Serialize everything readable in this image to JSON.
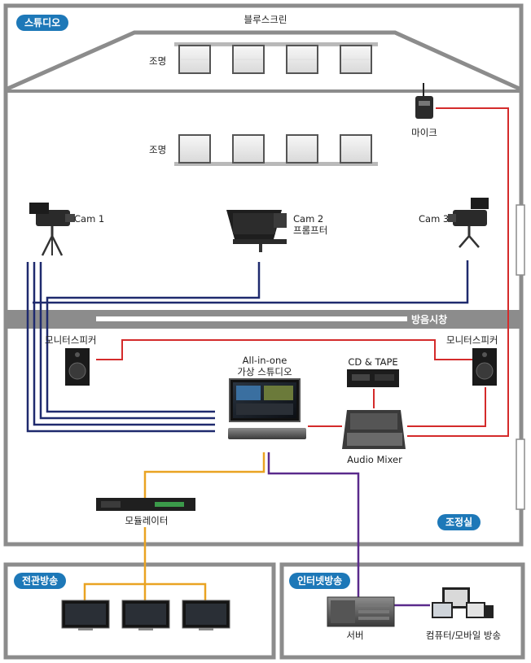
{
  "studio": {
    "badge": "스튜디오",
    "bluescreen": "블루스크린",
    "light_row1": "조명",
    "light_row2": "조명",
    "mic": "마이크",
    "cam1": "Cam 1",
    "cam2": "Cam 2",
    "prompter": "프롬프터",
    "cam3": "Cam 3"
  },
  "soundproof": "방음시창",
  "control": {
    "badge": "조정실",
    "monitor_speaker_left": "모니터스피커",
    "monitor_speaker_right": "모니터스피커",
    "allinone_line1": "All-in-one",
    "allinone_line2": "가상 스튜디오",
    "cd_tape": "CD & TAPE",
    "audio_mixer": "Audio Mixer",
    "modulator": "모듈레이터"
  },
  "broadcast": {
    "badge": "전관방송"
  },
  "internet": {
    "badge": "인터넷방송",
    "server": "서버",
    "devices": "컴퓨터/모바일 방송"
  },
  "colors": {
    "frame": "#8c8c8c",
    "badge": "#1d78b8",
    "blue_line": "#1f2a6e",
    "red_line": "#d42b2b",
    "orange_line": "#e9a322",
    "purple_line": "#5a2a8c"
  }
}
